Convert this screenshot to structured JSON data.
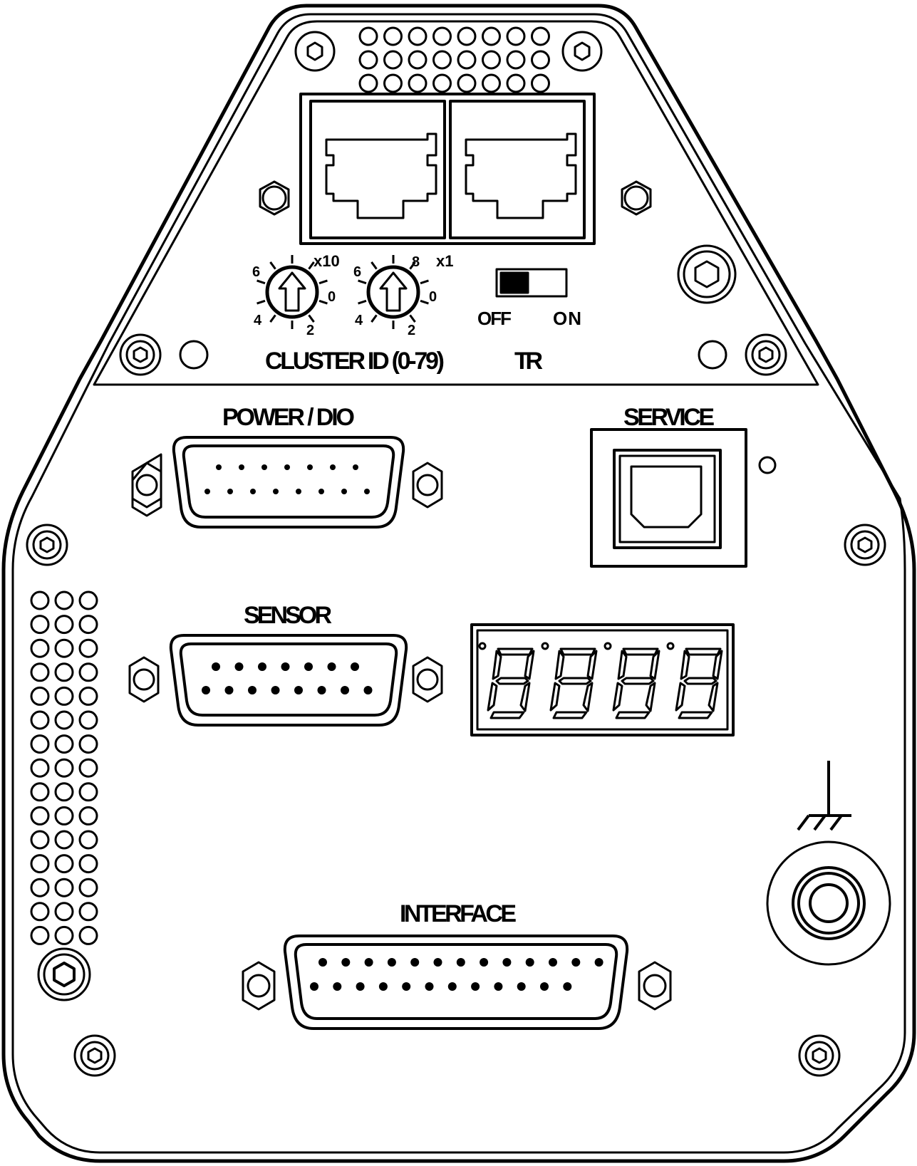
{
  "panel": {
    "labels": {
      "cluster_id": "CLUSTER ID (0-79)",
      "tr": "TR",
      "off": "OFF",
      "on": "ON",
      "power_dio": "POWER / DIO",
      "service": "SERVICE",
      "sensor": "SENSOR",
      "interface": "INTERFACE"
    },
    "switch_x10": {
      "multiplier": "x10",
      "marks": [
        "6",
        "0",
        "4",
        "2"
      ]
    },
    "switch_x1": {
      "multiplier": "x1",
      "marks": [
        "6",
        "8",
        "0",
        "4",
        "2"
      ]
    },
    "tr_switch_state": "OFF",
    "display": {
      "digits": 4
    },
    "colors": {
      "line": "#000000",
      "background": "#ffffff"
    }
  }
}
